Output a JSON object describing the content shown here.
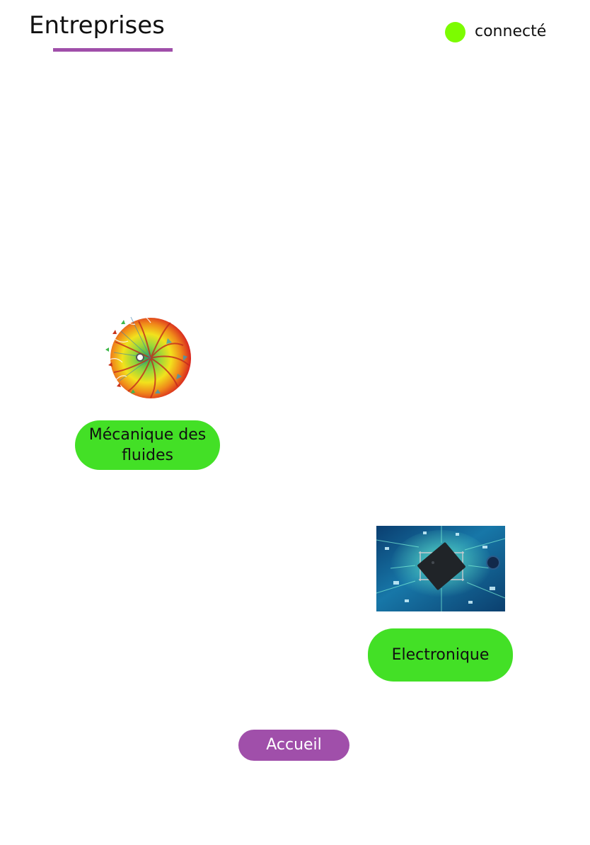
{
  "header": {
    "title": "Entreprises",
    "status_label": "connecté",
    "status_color": "#7cfc00",
    "accent_color": "#a04faa"
  },
  "categories": [
    {
      "label": "Mécanique des fluides",
      "image_icon": "turbine-simulation-image",
      "button_color": "#43e026"
    },
    {
      "label": "Electronique",
      "image_icon": "circuit-board-image",
      "button_color": "#43e026"
    }
  ],
  "footer": {
    "home_label": "Accueil",
    "home_color": "#a04faa"
  }
}
